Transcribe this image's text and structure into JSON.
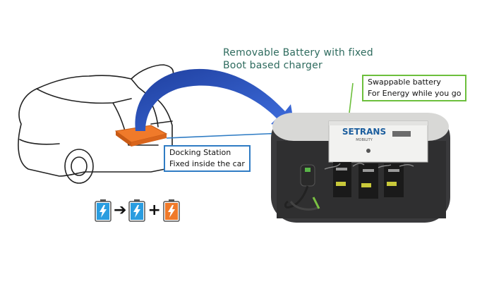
{
  "heading": {
    "line1": "Removable Battery with fixed",
    "line2": "Boot based charger"
  },
  "swappable_callout": {
    "line1": "Swappable battery",
    "line2": "For Energy while you go"
  },
  "docking_callout": {
    "line1": "Docking Station",
    "line2": "Fixed inside the car"
  },
  "brand_label": "SETRANS",
  "brand_sublabel": "MOBILITY",
  "equation": {
    "arrow": "➔",
    "plus": "+",
    "battery_colors": [
      "#2a9de0",
      "#2a9de0",
      "#f07a2a"
    ]
  },
  "colors": {
    "heading": "#2e6b5e",
    "green_border": "#6cbf3c",
    "blue_border": "#2f7cc4",
    "arrow_blue": "#2f5bd0",
    "battery_orange": "#f07a2a"
  }
}
